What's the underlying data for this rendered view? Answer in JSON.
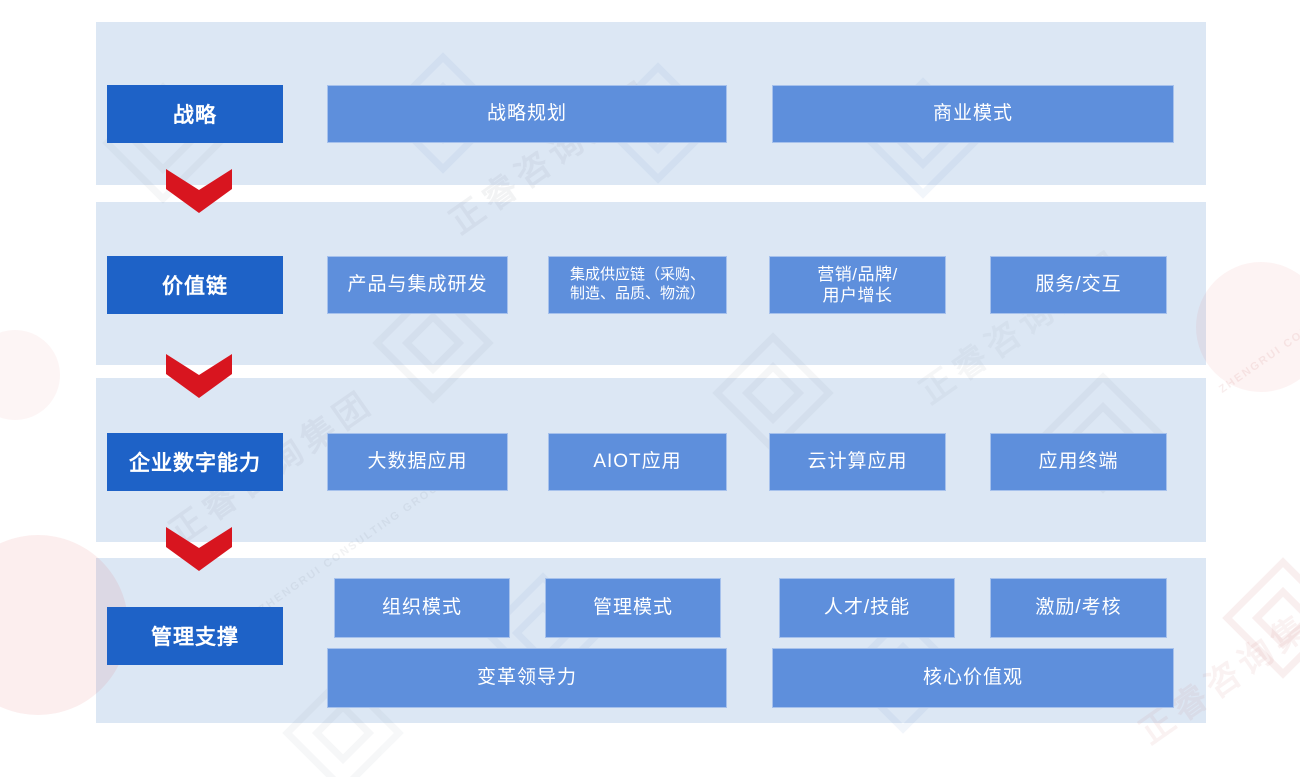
{
  "diagram": {
    "title_none": "",
    "rows": [
      {
        "label": "战略",
        "boxes": {
          "b1": "战略规划",
          "b2": "商业模式"
        }
      },
      {
        "label": "价值链",
        "boxes": {
          "b1": "产品与集成研发",
          "b2_line1": "集成供应链（采购、",
          "b2_line2": "制造、品质、物流）",
          "b3_line1": "营销/品牌/",
          "b3_line2": "用户增长",
          "b4": "服务/交互"
        }
      },
      {
        "label": "企业数字能力",
        "boxes": {
          "b1": "大数据应用",
          "b2": "AIOT应用",
          "b3": "云计算应用",
          "b4": "应用终端"
        }
      },
      {
        "label": "管理支撑",
        "boxes": {
          "b1": "组织模式",
          "b2": "管理模式",
          "b3": "人才/技能",
          "b4": "激励/考核",
          "b5": "变革领导力",
          "b6": "核心价值观"
        }
      }
    ],
    "colors": {
      "band_background": "#dce7f4",
      "label_box": "#1e62c7",
      "content_box": "#5e8fdc",
      "arrow_red": "#d8151f",
      "text": "#ffffff"
    },
    "watermark": {
      "text": "正睿咨询集团",
      "subtext": "ZHENGRUI CONSULTING GROUP"
    }
  }
}
